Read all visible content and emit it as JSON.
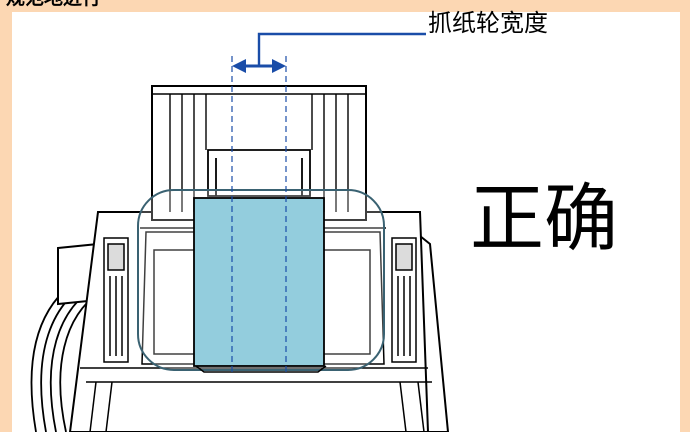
{
  "header": {
    "text": "规范地进行"
  },
  "callout": {
    "label": "抓纸轮宽度"
  },
  "status": {
    "label": "正确"
  },
  "colors": {
    "frame": "#fcd7b3",
    "paper": "#93cddd",
    "arrow": "#1a4da8",
    "outline": "#000000",
    "highlight_ring": "#3a6272"
  }
}
